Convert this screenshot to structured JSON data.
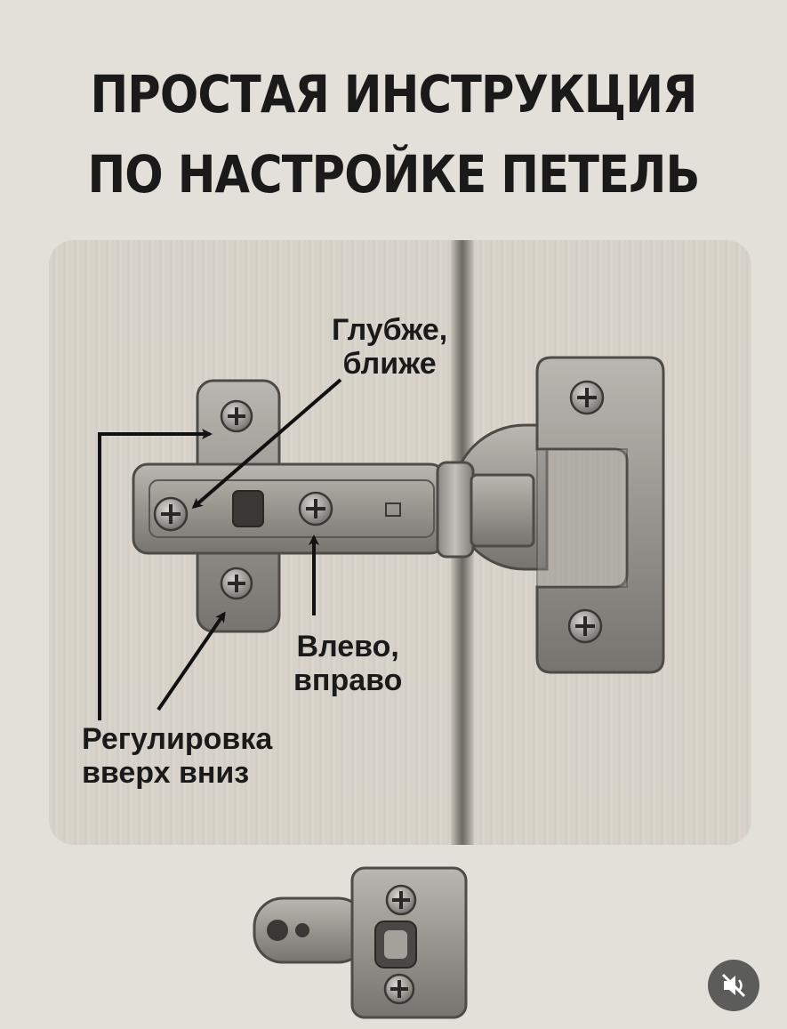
{
  "title": {
    "line1": "ПРОСТАЯ ИНСТРУКЦИЯ",
    "line2": "ПО НАСТРОЙКЕ ПЕТЕЛЬ"
  },
  "callouts": {
    "depth": {
      "line1": "Глубже,",
      "line2": "ближе"
    },
    "lateral": {
      "line1": "Влево,",
      "line2": "вправо"
    },
    "vertical": {
      "line1": "Регулировка",
      "line2": "вверх вниз"
    }
  },
  "colors": {
    "background": "#e3e0da",
    "text": "#1a1a1a",
    "metal": "#9a9891",
    "arrow": "#111111"
  },
  "icons": {
    "mute": "speaker-muted-icon"
  }
}
